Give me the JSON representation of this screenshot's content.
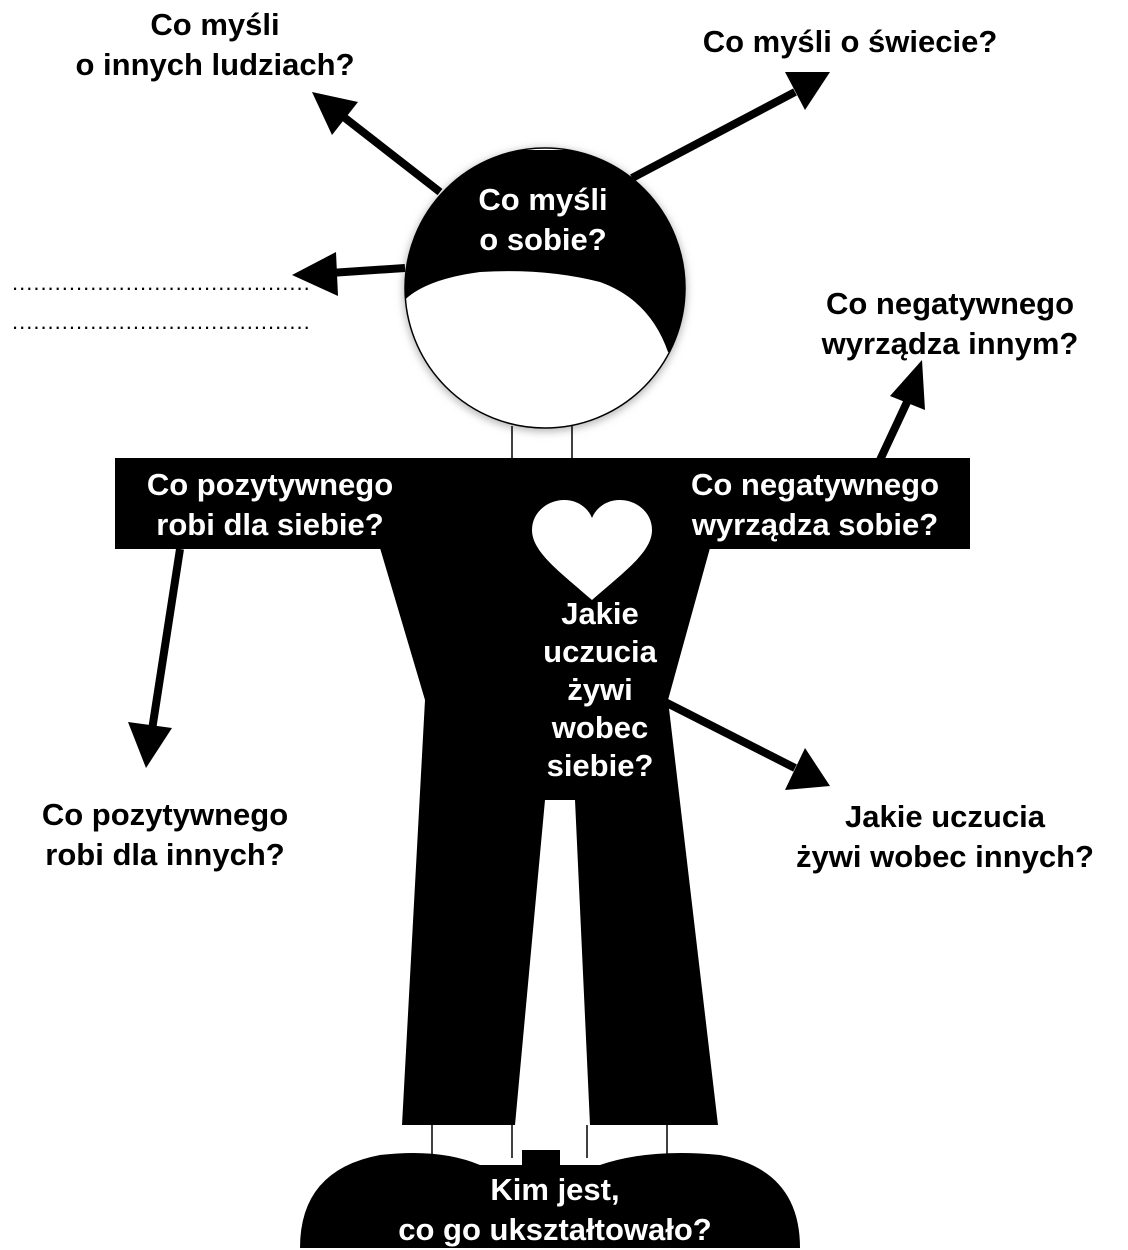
{
  "labels": {
    "others_thoughts": {
      "line1": "Co myśli",
      "line2": "o innych ludziach?"
    },
    "world_thoughts": "Co myśli o świecie?",
    "self_thoughts": {
      "line1": "Co myśli",
      "line2": "o sobie?"
    },
    "negative_others": {
      "line1": "Co negatywnego",
      "line2": "wyrządza innym?"
    },
    "positive_self": {
      "line1": "Co pozytywnego",
      "line2": "robi dla siebie?"
    },
    "negative_self": {
      "line1": "Co negatywnego",
      "line2": "wyrządza sobie?"
    },
    "feelings_self": [
      "Jakie",
      "uczucia",
      "żywi",
      "wobec",
      "siebie?"
    ],
    "positive_others": {
      "line1": "Co pozytywnego",
      "line2": "robi dla innych?"
    },
    "feelings_others": {
      "line1": "Jakie uczucia",
      "line2": "żywi wobec innych?"
    },
    "identity": {
      "line1": "Kim jest,",
      "line2": "co go ukształtowało?"
    }
  },
  "blank_lines": {
    "line1": "..........................................",
    "line2": ".........................................."
  },
  "colors": {
    "figure": "#000000",
    "background": "#ffffff",
    "heart": "#ffffff"
  }
}
